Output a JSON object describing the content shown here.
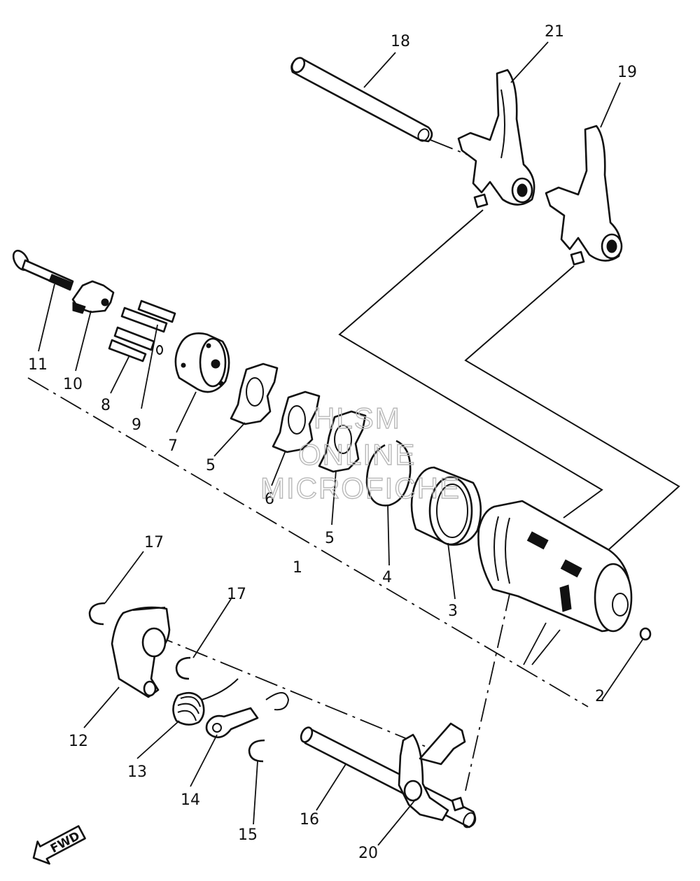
{
  "watermark": {
    "line1": "HLSM",
    "line2": "ONLINE",
    "line3": "MICROFICHE"
  },
  "callouts": {
    "p1": "1",
    "p2": "2",
    "p3": "3",
    "p4": "4",
    "p5a": "5",
    "p5b": "5",
    "p6": "6",
    "p7": "7",
    "p8": "8",
    "p9": "9",
    "p10": "10",
    "p11": "11",
    "p12": "12",
    "p13": "13",
    "p14": "14",
    "p15": "15",
    "p16": "16",
    "p17a": "17",
    "p17b": "17",
    "p18": "18",
    "p19": "19",
    "p20": "20",
    "p21": "21"
  },
  "direction_badge": {
    "label": "FWD"
  }
}
